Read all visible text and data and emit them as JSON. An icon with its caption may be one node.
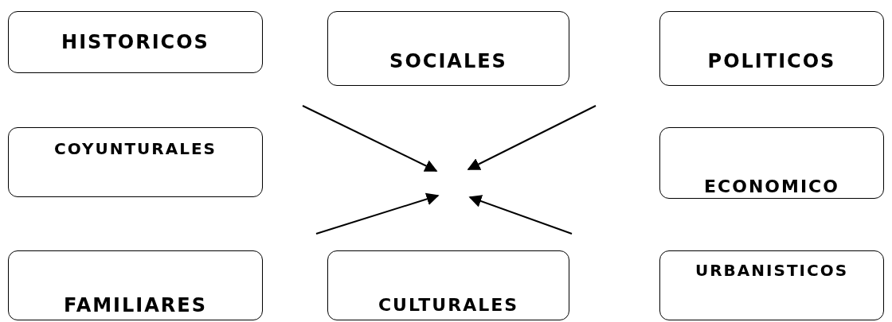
{
  "diagram": {
    "nodes": [
      {
        "text": [
          "HISTORICOS"
        ]
      },
      {
        "text": [
          "SOCIALES"
        ]
      },
      {
        "text": [
          "POLITICOS"
        ]
      },
      {
        "text": [
          "COYUNTURALES"
        ]
      },
      {
        "text": [
          "ECONOMICO"
        ]
      },
      {
        "text": [
          "FAMILIARES"
        ]
      },
      {
        "text": [
          "CULTURALES"
        ]
      },
      {
        "text": [
          "URBANISTICOS"
        ]
      }
    ]
  }
}
